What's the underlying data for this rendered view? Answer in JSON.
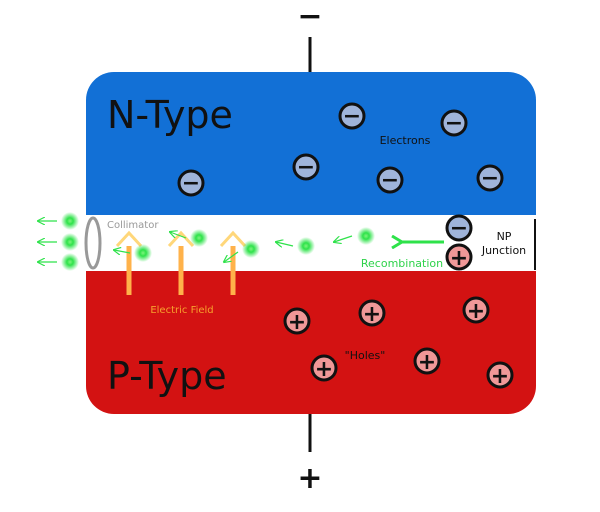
{
  "diagram": {
    "n_region": {
      "label": "N-Type",
      "color": "#1270d6"
    },
    "p_region": {
      "label": "P-Type",
      "color": "#d31212"
    },
    "junction_label_line1": "NP",
    "junction_label_line2": "Junction",
    "electrons_label": "Electrons",
    "holes_label": "\"Holes\"",
    "collimator_label": "Collimator",
    "recombination_label": "Recombination",
    "electric_field_label": "Electric Field",
    "top_terminal": "−",
    "bottom_terminal": "+",
    "electron_symbol": "−",
    "hole_symbol": "+",
    "colors": {
      "electron_fill": "#9fb4da",
      "hole_fill": "#f09898",
      "photon_green": "#2ee24a",
      "field_arrow": "#ffb24a",
      "label_green": "#2ed24a",
      "label_orange": "#f7a12d",
      "label_gray": "#999999"
    }
  }
}
